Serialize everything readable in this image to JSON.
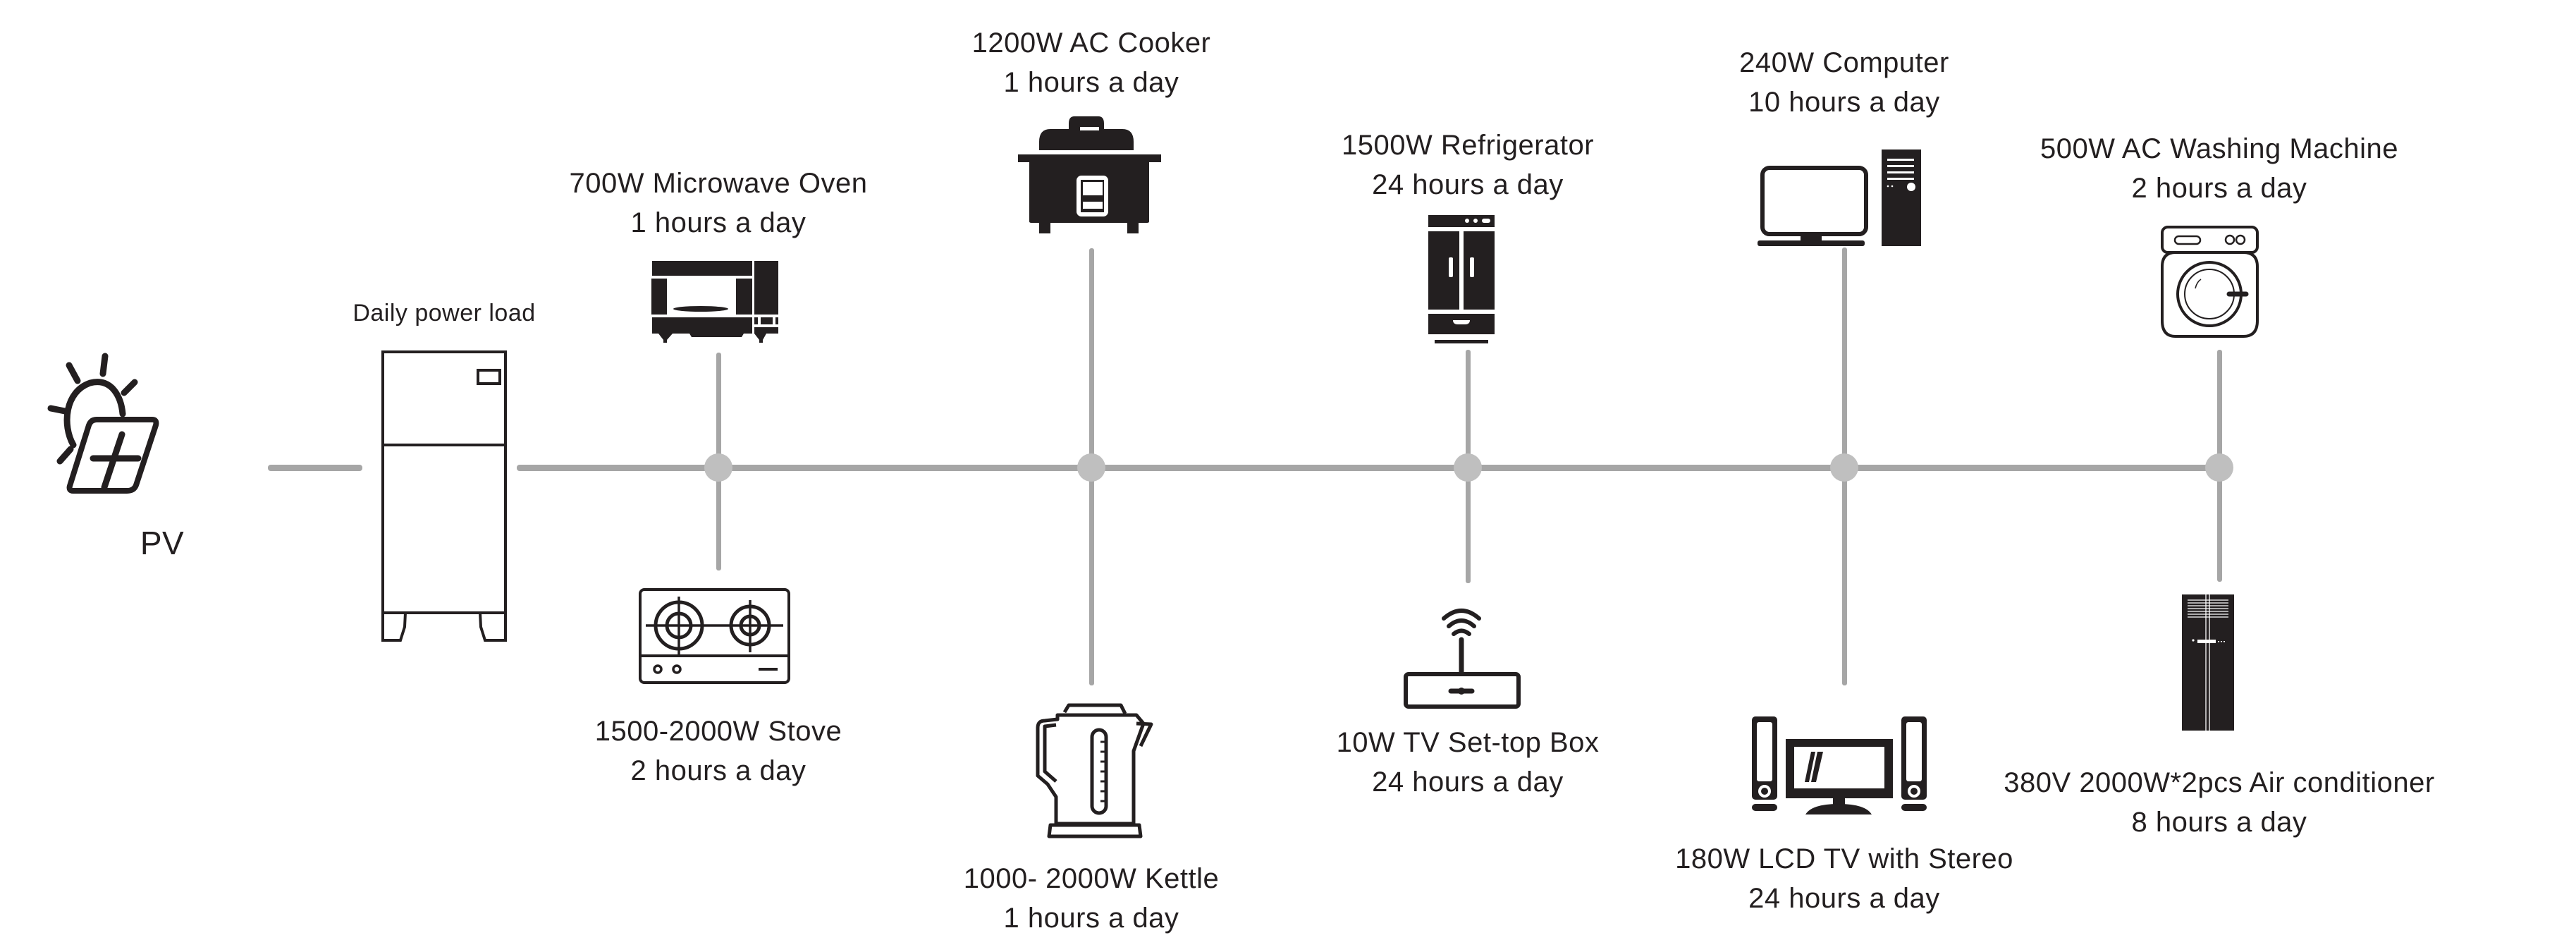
{
  "diagram": {
    "type": "off-grid power system load diagram",
    "colors": {
      "line": "#a6a6a6",
      "node": "#bfbfbf",
      "icon": "#231f20",
      "text": "#231f20",
      "background": "#ffffff"
    },
    "source": {
      "label": "PV",
      "icon": "solar-panel-sun-icon"
    },
    "storage": {
      "label": "Daily power load",
      "icon": "battery-cabinet-icon"
    },
    "loads_top": [
      {
        "name": "700W Microwave Oven",
        "usage": "1 hours a day",
        "icon": "microwave-oven-icon"
      },
      {
        "name": "1200W AC Cooker",
        "usage": "1 hours a day",
        "icon": "rice-cooker-icon"
      },
      {
        "name": "1500W Refrigerator",
        "usage": "24 hours a day",
        "icon": "refrigerator-icon"
      },
      {
        "name": "240W Computer",
        "usage": "10 hours a day",
        "icon": "computer-icon"
      },
      {
        "name": "500W AC Washing Machine",
        "usage": "2 hours a day",
        "icon": "washing-machine-icon"
      }
    ],
    "loads_bottom": [
      {
        "name": "1500-2000W Stove",
        "usage": "2 hours a day",
        "icon": "gas-stove-icon"
      },
      {
        "name": "1000- 2000W Kettle",
        "usage": "1 hours a day",
        "icon": "electric-kettle-icon"
      },
      {
        "name": "10W TV Set-top Box",
        "usage": "24 hours a day",
        "icon": "set-top-box-icon"
      },
      {
        "name": "180W LCD TV with Stereo",
        "usage": "24 hours a day",
        "icon": "tv-stereo-icon"
      },
      {
        "name": "380V 2000W*2pcs Air conditioner",
        "usage": "8 hours a day",
        "icon": "air-conditioner-icon"
      }
    ]
  }
}
